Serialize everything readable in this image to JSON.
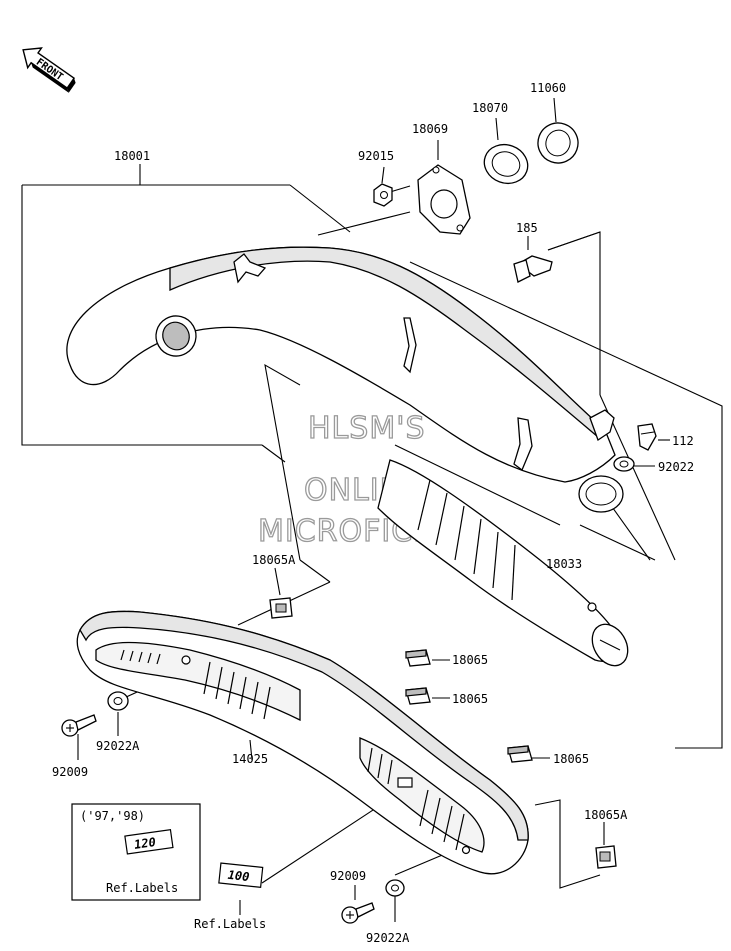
{
  "front_label": "FRONT",
  "callouts": {
    "p18001": "18001",
    "p92015": "92015",
    "p18069": "18069",
    "p18070": "18070",
    "p11060": "11060",
    "p185": "185",
    "p112": "112",
    "p92022": "92022",
    "p18065A_top": "18065A",
    "p18033": "18033",
    "p18065_1": "18065",
    "p18065_2": "18065",
    "p18065_3": "18065",
    "p92022A_left": "92022A",
    "p14025": "14025",
    "p92009_left": "92009",
    "p18065A_bottom": "18065A",
    "p92009_bottom": "92009",
    "p92022A_bottom": "92022A"
  },
  "variant_box": {
    "years": "('97,'98)",
    "ref_label": "Ref.Labels"
  },
  "bottom_ref_label": "Ref.Labels",
  "badge_120": "120",
  "badge_100": "100",
  "watermark": [
    "HLSM'S",
    "ONLINE",
    "MICROFICHE"
  ]
}
